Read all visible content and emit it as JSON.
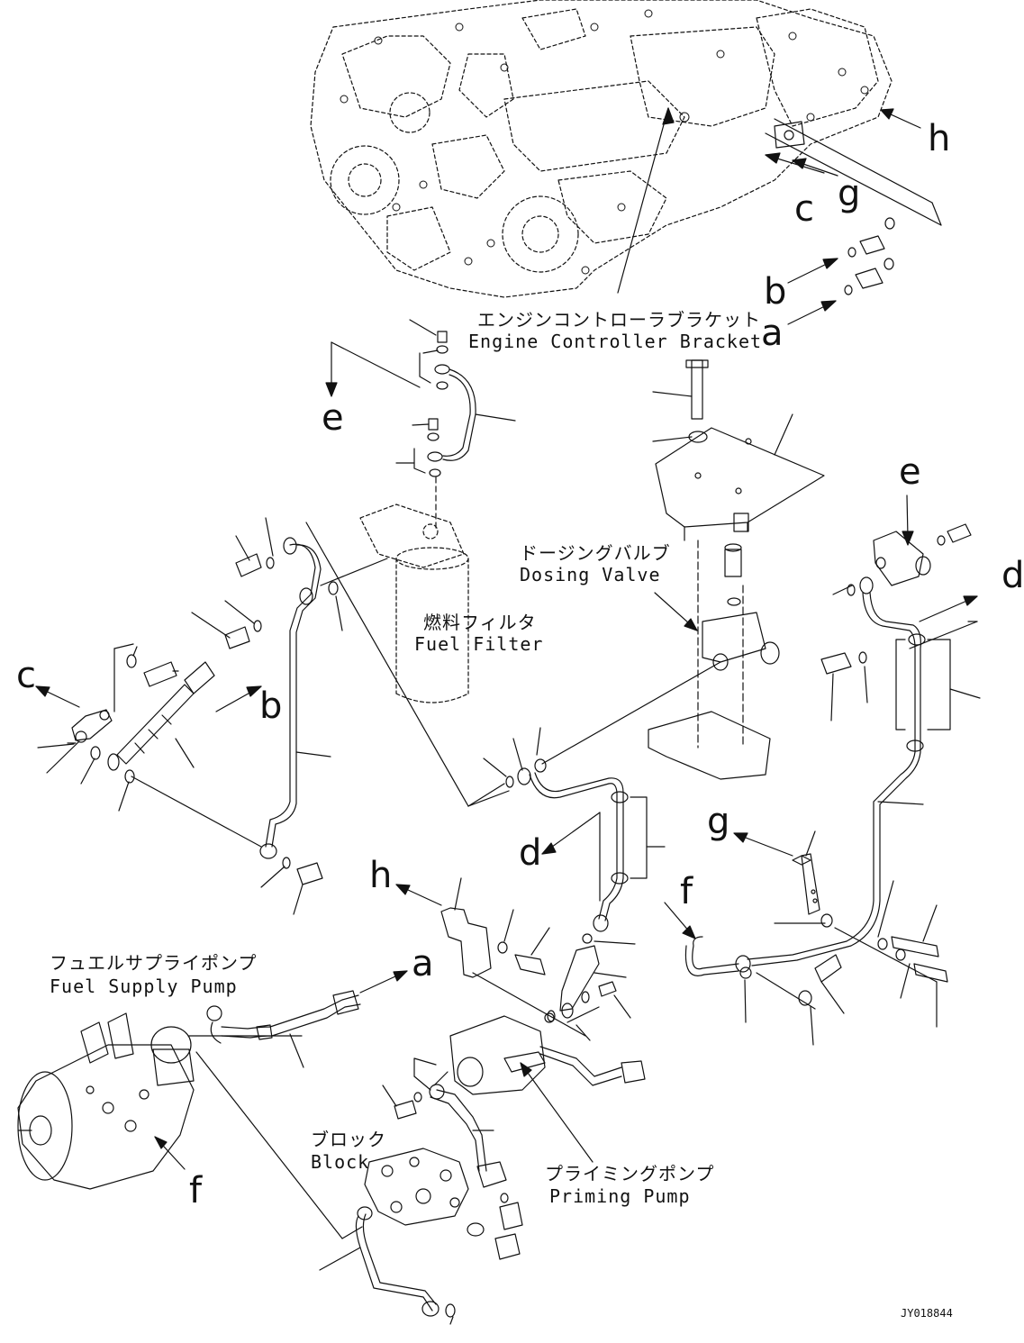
{
  "parts": {
    "engine_controller_bracket": {
      "jp": "エンジンコントローラブラケット",
      "en": "Engine Controller Bracket"
    },
    "dosing_valve": {
      "jp": "ドージングバルブ",
      "en": "Dosing Valve"
    },
    "fuel_filter": {
      "jp": "燃料フィルタ",
      "en": "Fuel Filter"
    },
    "fuel_supply_pump": {
      "jp": "フュエルサプライポンプ",
      "en": "Fuel Supply Pump"
    },
    "block": {
      "jp": "ブロック",
      "en": "Block"
    },
    "priming_pump": {
      "jp": "プライミングポンプ",
      "en": "Priming Pump"
    }
  },
  "refs": {
    "a": "a",
    "b": "b",
    "c": "c",
    "d": "d",
    "e": "e",
    "f": "f",
    "g": "g",
    "h": "h"
  },
  "drawing_code": "JY018844"
}
